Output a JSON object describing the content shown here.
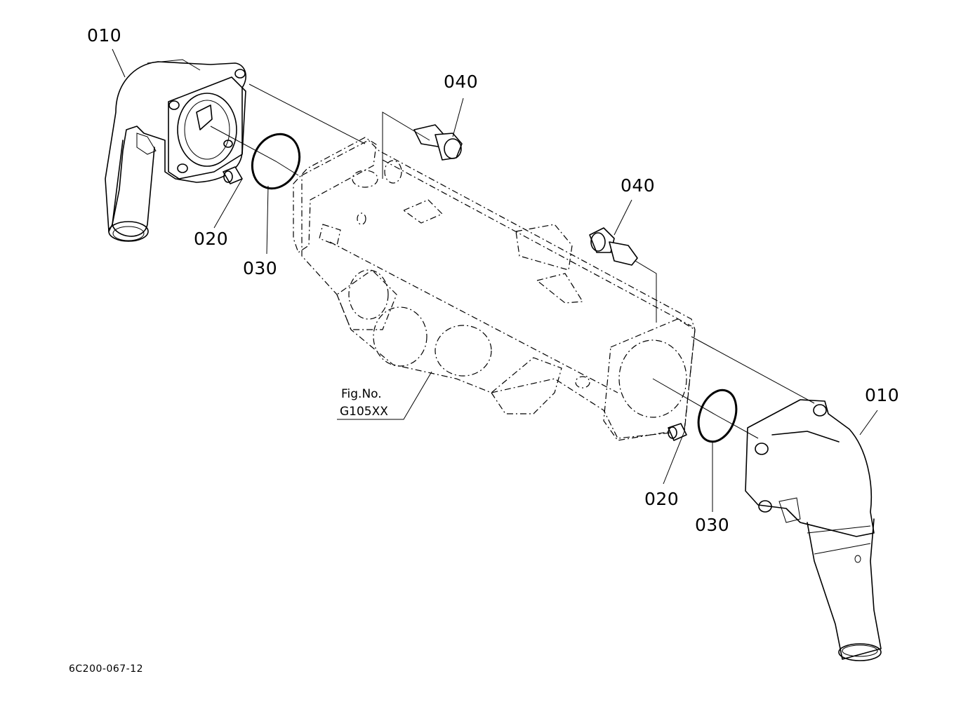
{
  "callouts": {
    "top_left_010": "010",
    "left_020": "020",
    "left_030": "030",
    "top_040": "040",
    "mid_040": "040",
    "right_010": "010",
    "right_020": "020",
    "right_030": "030"
  },
  "figure_reference": {
    "line1": "Fig.No.",
    "line2": "G105XX"
  },
  "drawing_code": "6C200-067-12"
}
